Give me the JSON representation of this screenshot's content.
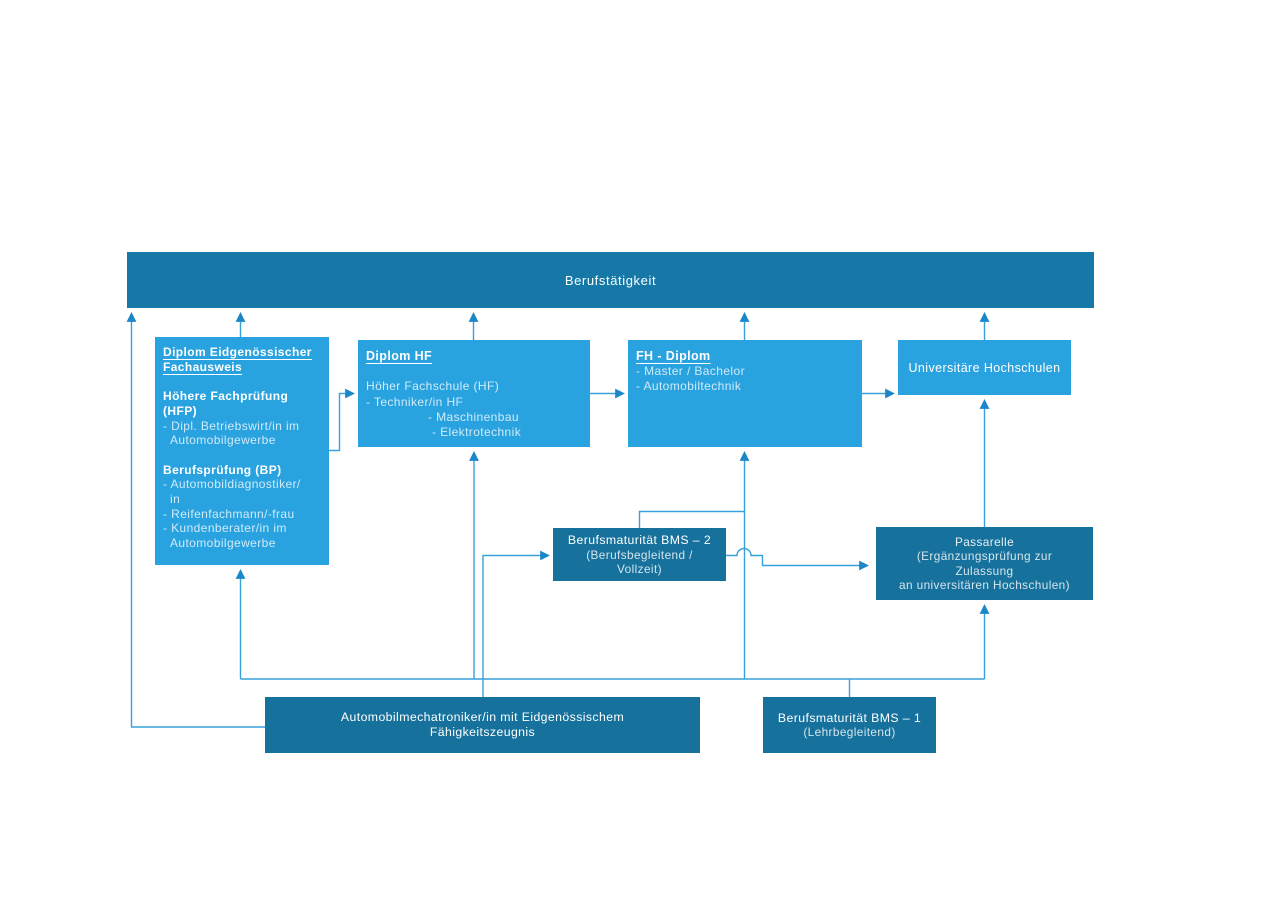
{
  "colors": {
    "bar_blue": "#1578a7",
    "dark_box_blue": "#16719c",
    "light_box_blue": "#29a2e0",
    "line_blue": "#38a1dc",
    "arrowhead_blue": "#1c87c8",
    "text_white": "#ffffff",
    "text_muted": "rgba(255,255,255,0.78)"
  },
  "bar": {
    "label": "Berufstätigkeit"
  },
  "fachausweis": {
    "title1": "Diplom Eidgenössischer",
    "title2": "Fachausweis",
    "sub1a": "Höhere Fachprüfung",
    "sub1b": "(HFP)",
    "item1a": "- Dipl. Betriebswirt/in im",
    "item1b": "Automobilgewerbe",
    "sub2": "Berufsprüfung (BP)",
    "item2a": "- Automobildiagnostiker/",
    "item2b": "in",
    "item3": "- Reifenfachmann/-frau",
    "item4a": "- Kundenberater/in im",
    "item4b": "Automobilgewerbe"
  },
  "diplom_hf": {
    "title": "Diplom HF",
    "line1": "Höher Fachschule (HF)",
    "line2": "- Techniker/in HF",
    "line3": "- Maschinenbau",
    "line4": "- Elektrotechnik"
  },
  "fh_diplom": {
    "title": "FH - Diplom",
    "line1": "- Master / Bachelor",
    "line2": "- Automobiltechnik"
  },
  "uni": {
    "label": "Universitäre Hochschulen"
  },
  "bms2": {
    "line1": "Berufsmaturität BMS – 2",
    "line2": "(Berufsbegleitend /",
    "line3": "Vollzeit)"
  },
  "passarelle": {
    "line1": "Passarelle",
    "line2": "(Ergänzungsprüfung zur",
    "line3": "Zulassung",
    "line4": "an universitären Hochschulen)"
  },
  "efz": {
    "line1": "Automobilmechatroniker/in mit Eidgenössischem",
    "line2": "Fähigkeitszeugnis"
  },
  "bms1": {
    "line1": "Berufsmaturität BMS – 1",
    "line2": "(Lehrbegleitend)"
  }
}
